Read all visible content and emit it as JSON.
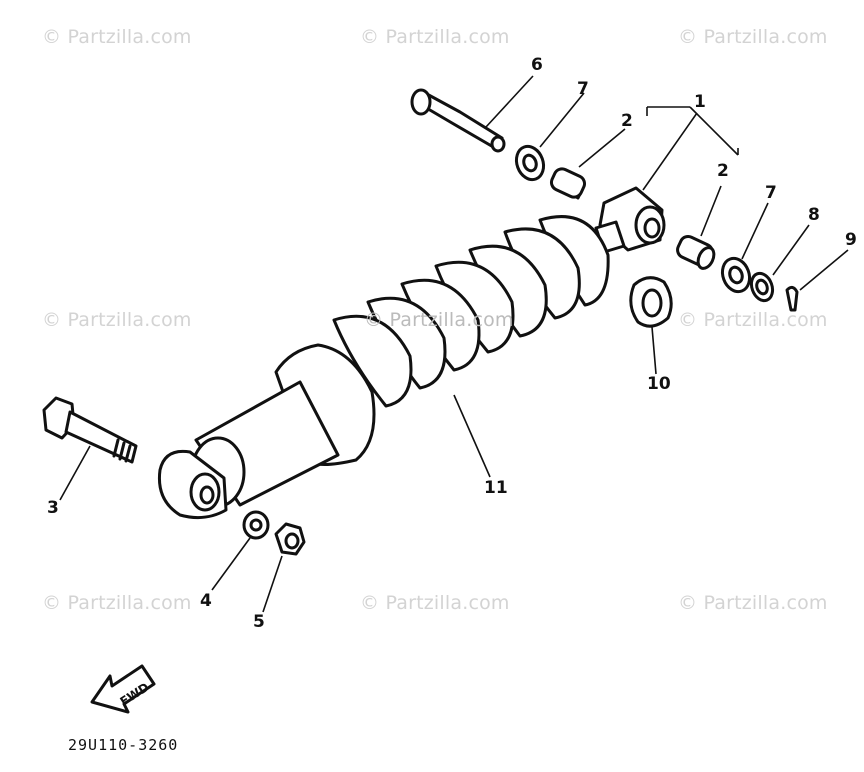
{
  "watermark": "© Partzilla.com",
  "center_watermark": "© Partzilla.com",
  "callouts": [
    "1",
    "2",
    "2",
    "3",
    "4",
    "5",
    "6",
    "7",
    "7",
    "8",
    "9",
    "10",
    "11"
  ],
  "fwd_label": "FWD",
  "diagram_code": "29U110-3260"
}
